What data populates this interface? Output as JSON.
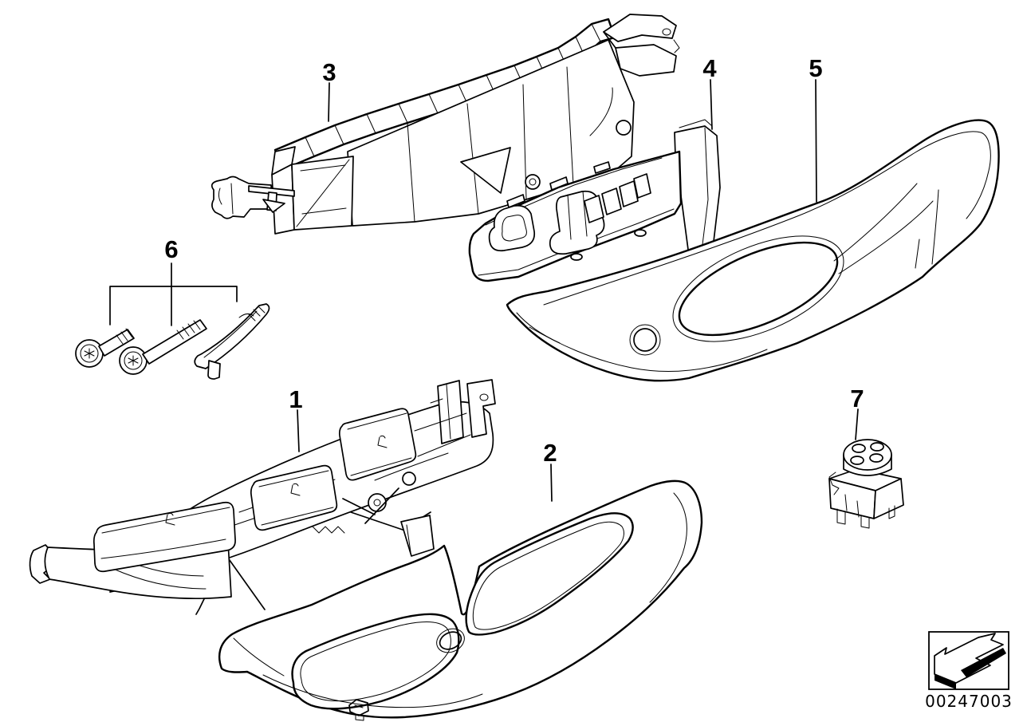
{
  "figure": {
    "background_color": "#ffffff",
    "line_color": "#000000",
    "callouts": [
      {
        "label": "1"
      },
      {
        "label": "2"
      },
      {
        "label": "3"
      },
      {
        "label": "4"
      },
      {
        "label": "5"
      },
      {
        "label": "6"
      },
      {
        "label": "7"
      }
    ],
    "stamp": {
      "number": "00247003",
      "icon": "direction-arrow-icon"
    }
  }
}
